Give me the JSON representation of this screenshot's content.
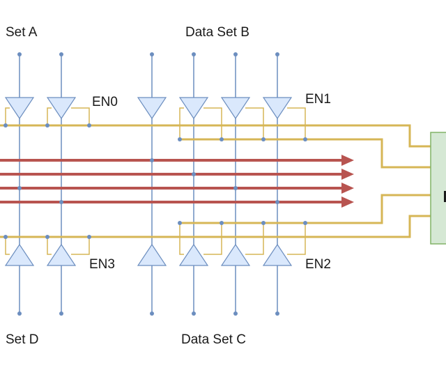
{
  "labels": {
    "set_a": "Set A",
    "set_b": "Data Set B",
    "set_c": "Data Set C",
    "set_d": "Set D",
    "en0": "EN0",
    "en1": "EN1",
    "en2": "EN2",
    "en3": "EN3"
  },
  "colors": {
    "bus_wire": "#6c8ebf",
    "enable_wire": "#d6b656",
    "data_arrow": "#b85450",
    "buffer_fill": "#dae8fc",
    "buffer_stroke": "#6c8ebf",
    "block_fill": "#d5e8d4",
    "block_stroke": "#82b366"
  }
}
